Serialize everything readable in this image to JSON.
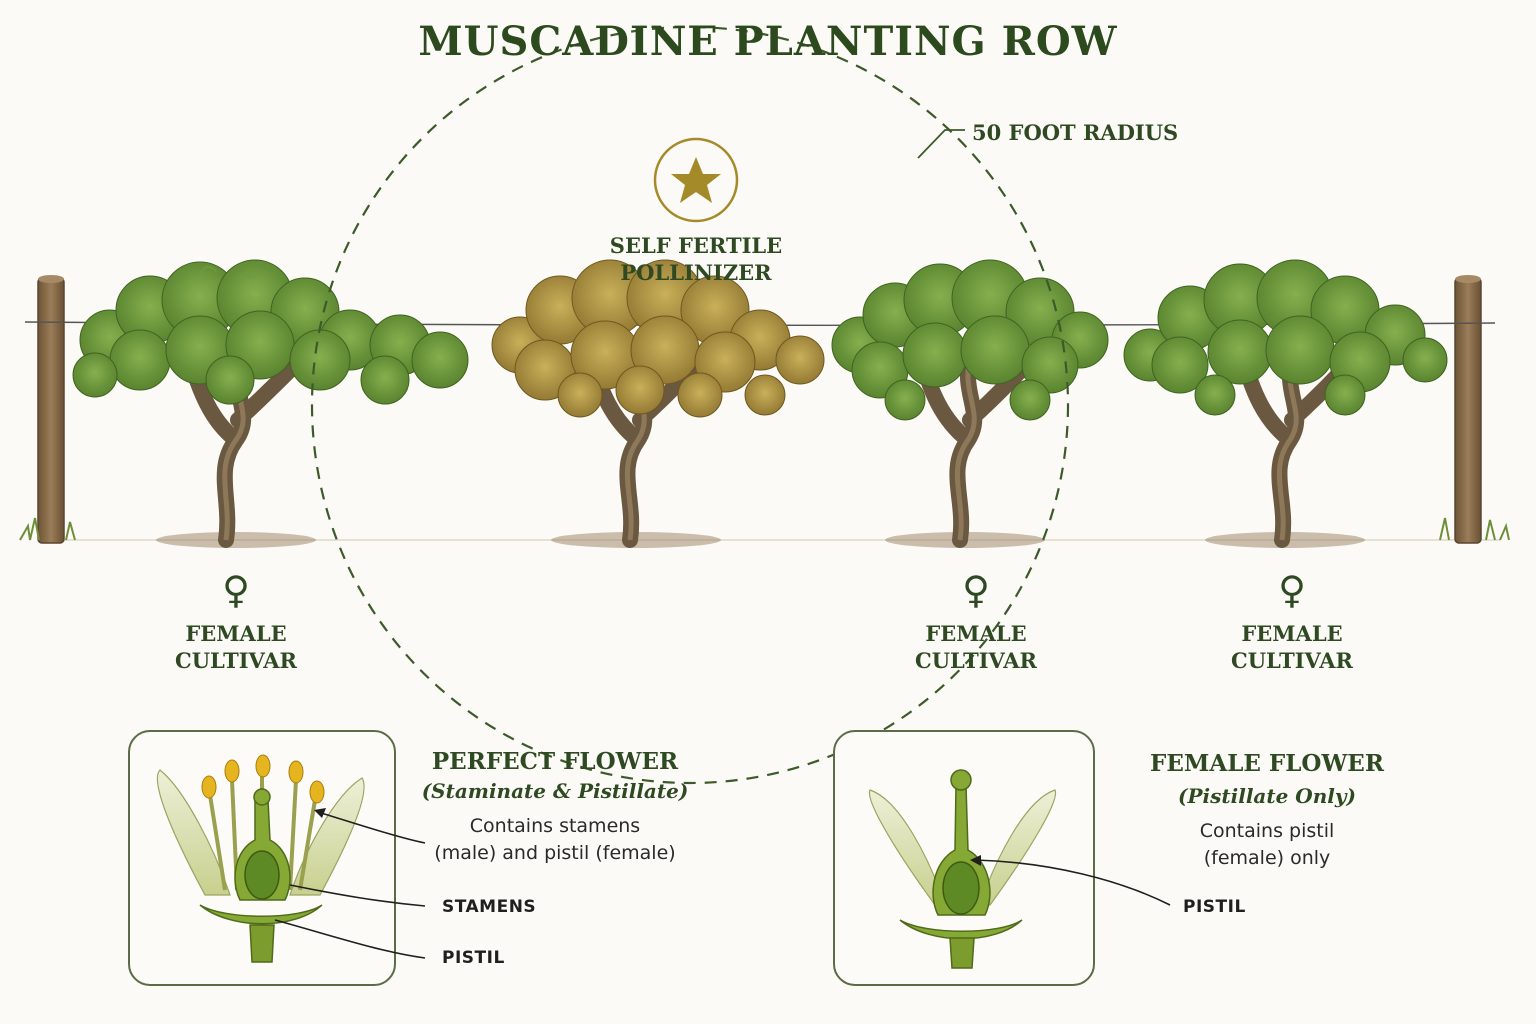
{
  "title": "MUSCADINE PLANTING ROW",
  "radius_label": "50 FOOT RADIUS",
  "pollinizer": {
    "icon": "star-icon",
    "label_lines": [
      "SELF FERTILE",
      "POLLINIZER"
    ],
    "foliage_color": "#a88f3a"
  },
  "vines": [
    {
      "role": "female",
      "symbol": "♀",
      "label_lines": [
        "FEMALE",
        "CULTIVAR"
      ],
      "foliage_color": "#6f9a3c"
    },
    {
      "role": "pollinizer",
      "foliage_color": "#a88f3a"
    },
    {
      "role": "female",
      "symbol": "♀",
      "label_lines": [
        "FEMALE",
        "CULTIVAR"
      ],
      "foliage_color": "#6f9a3c"
    },
    {
      "role": "female",
      "symbol": "♀",
      "label_lines": [
        "FEMALE",
        "CULTIVAR"
      ],
      "foliage_color": "#6f9a3c"
    }
  ],
  "perfect_flower": {
    "title": "PERFECT FLOWER",
    "subtitle": "(Staminate & Pistillate)",
    "description_lines": [
      "Contains stamens",
      "(male) and pistil (female)"
    ],
    "callouts": {
      "stamens": "STAMENS",
      "pistil": "PISTIL"
    }
  },
  "female_flower": {
    "title": "FEMALE FLOWER",
    "subtitle": "(Pistillate Only)",
    "description_lines": [
      "Contains pistil",
      "(female) only"
    ],
    "callouts": {
      "pistil": "PISTIL"
    }
  },
  "colors": {
    "text": "#2f4a22",
    "female_leaf": "#6f9a3c",
    "pollinizer_leaf": "#a88f3a",
    "trunk": "#6b5840",
    "star": "#a58a2a",
    "post": "#8a6e4e"
  }
}
